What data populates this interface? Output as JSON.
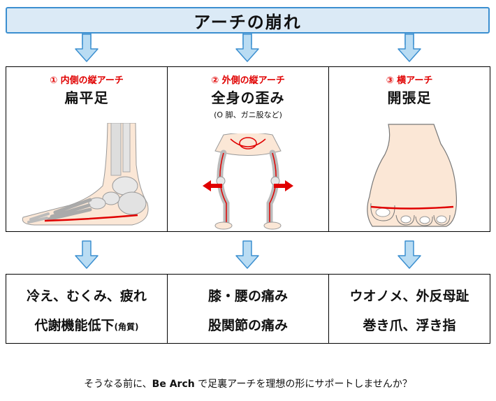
{
  "title": "アーチの崩れ",
  "columns": [
    {
      "subtitle": "① 内側の縦アーチ",
      "heading": "扁平足",
      "note": "",
      "figure_icon": "foot-skeleton-side-icon",
      "result_line1": "冷え、むくみ、疲れ",
      "result_line2_main": "代謝機能低下",
      "result_line2_small": "(角質)"
    },
    {
      "subtitle": "② 外側の縦アーチ",
      "heading": "全身の歪み",
      "note": "(O 脚、ガニ股など)",
      "figure_icon": "o-legs-skeleton-icon",
      "result_line1": "膝・腰の痛み",
      "result_line2_main": "股関節の痛み",
      "result_line2_small": ""
    },
    {
      "subtitle": "③ 横アーチ",
      "heading": "開張足",
      "note": "",
      "figure_icon": "splayed-foot-front-icon",
      "result_line1": "ウオノメ、外反母趾",
      "result_line2_main": "巻き爪、浮き指",
      "result_line2_small": ""
    }
  ],
  "footer": {
    "before": "そうなる前に、",
    "brand": "Be Arch",
    "after": " で足裏アーチを理想の形にサポートしませんか？"
  },
  "colors": {
    "title_bg": "#dbeaf6",
    "title_border": "#3b8fd0",
    "arrow_fill": "#b9dcf3",
    "arrow_stroke": "#3b8fd0",
    "accent_red": "#e00000"
  }
}
